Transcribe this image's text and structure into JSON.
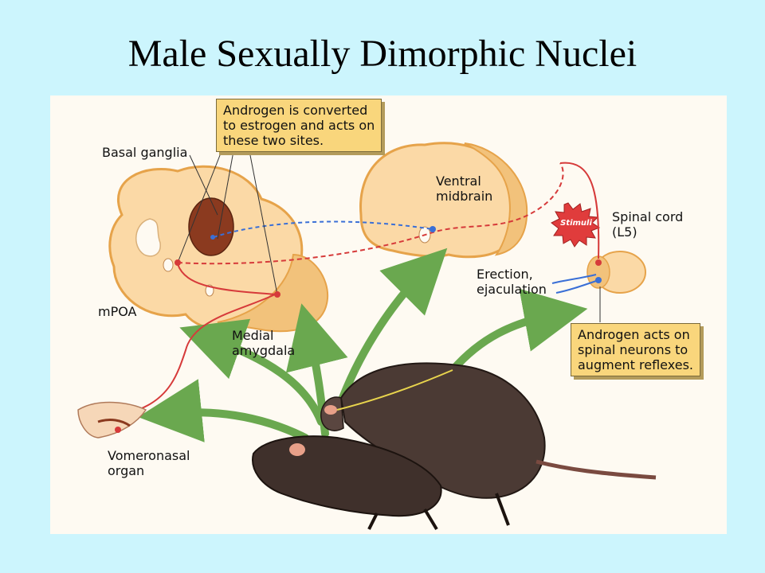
{
  "slide": {
    "title": "Male Sexually Dimorphic Nuclei"
  },
  "labels": {
    "basal_ganglia": "Basal ganglia",
    "mpoa": "mPOA",
    "medial_amygdala": [
      "Medial",
      "amygdala"
    ],
    "ventral_midbrain": [
      "Ventral",
      "midbrain"
    ],
    "stimuli": "Stimuli",
    "spinal_cord": [
      "Spinal cord",
      "(L5)"
    ],
    "erection": [
      "Erection,",
      "ejaculation"
    ],
    "vomeronasal": [
      "Vomeronasal",
      "organ"
    ]
  },
  "callouts": {
    "androgen_estrogen": [
      "Androgen is converted",
      "to estrogen and acts on",
      "these two sites."
    ],
    "androgen_spinal": [
      "Androgen acts on",
      "spinal neurons to",
      "augment reflexes."
    ]
  },
  "colors": {
    "background": "#ccf5fd",
    "callout_fill": "#f9d67c",
    "brain_tissue": "#fbd9a6",
    "basal_ganglia_fill": "#8b3a1f",
    "arrow_green": "#6aa84f",
    "neuron_red": "#d63a3a",
    "neuron_blue": "#3a6fd6",
    "neuron_yellow": "#e8d44d",
    "stimuli_burst": "#e03c3c"
  }
}
